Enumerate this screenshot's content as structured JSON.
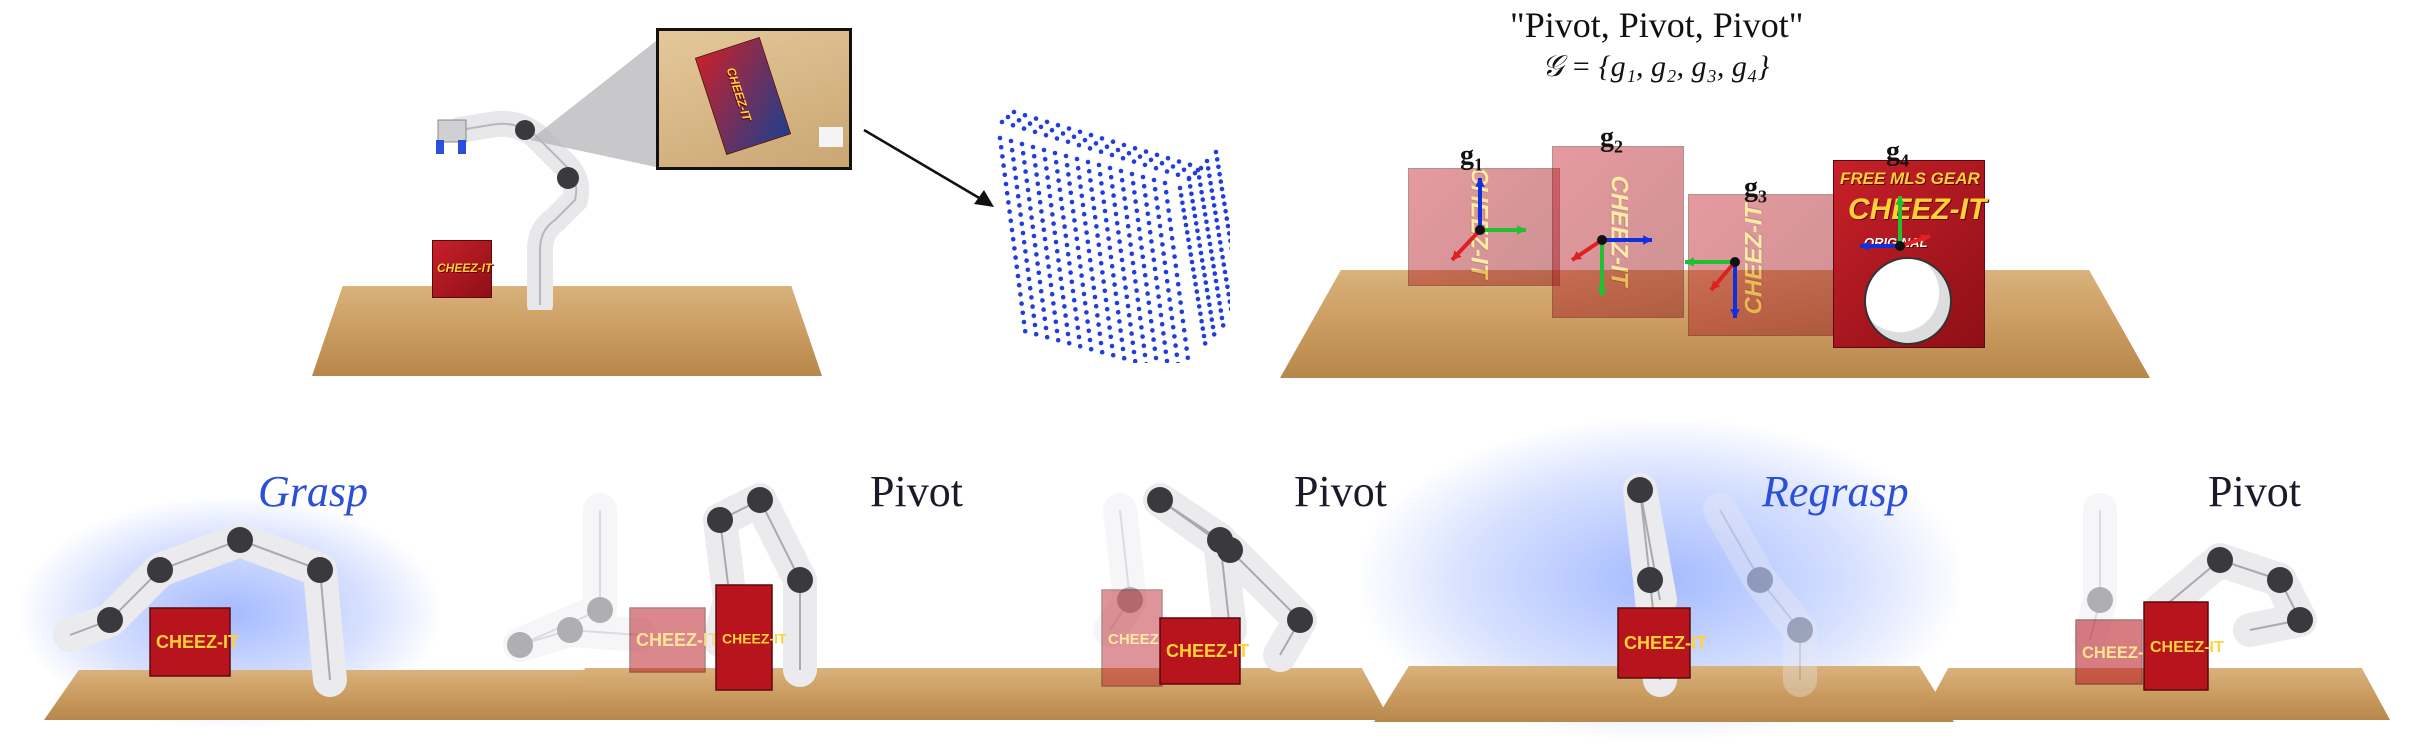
{
  "top": {
    "quote_title": "\"Pivot, Pivot, Pivot\"",
    "goal_set": "𝒢 = {g₁, g₂, g₃, g₄}",
    "goals": [
      {
        "label": "g",
        "sub": "1"
      },
      {
        "label": "g",
        "sub": "2"
      },
      {
        "label": "g",
        "sub": "3"
      },
      {
        "label": "g",
        "sub": "4"
      }
    ]
  },
  "box_text": {
    "brand": "CHEEZ-IT",
    "banner": "FREE MLS GEAR",
    "original": "ORIGINAL"
  },
  "sequence": [
    {
      "label": "Grasp",
      "highlight": true
    },
    {
      "label": "Pivot",
      "highlight": false
    },
    {
      "label": "Pivot",
      "highlight": false
    },
    {
      "label": "Regrasp",
      "highlight": true
    },
    {
      "label": "Pivot",
      "highlight": false
    }
  ],
  "colors": {
    "highlight": "#2b4fd8",
    "glow": "#5a82ff",
    "point_cloud": "#1f3de0",
    "axis_x": "#e02020",
    "axis_y": "#20c030",
    "axis_z": "#1030e0"
  }
}
